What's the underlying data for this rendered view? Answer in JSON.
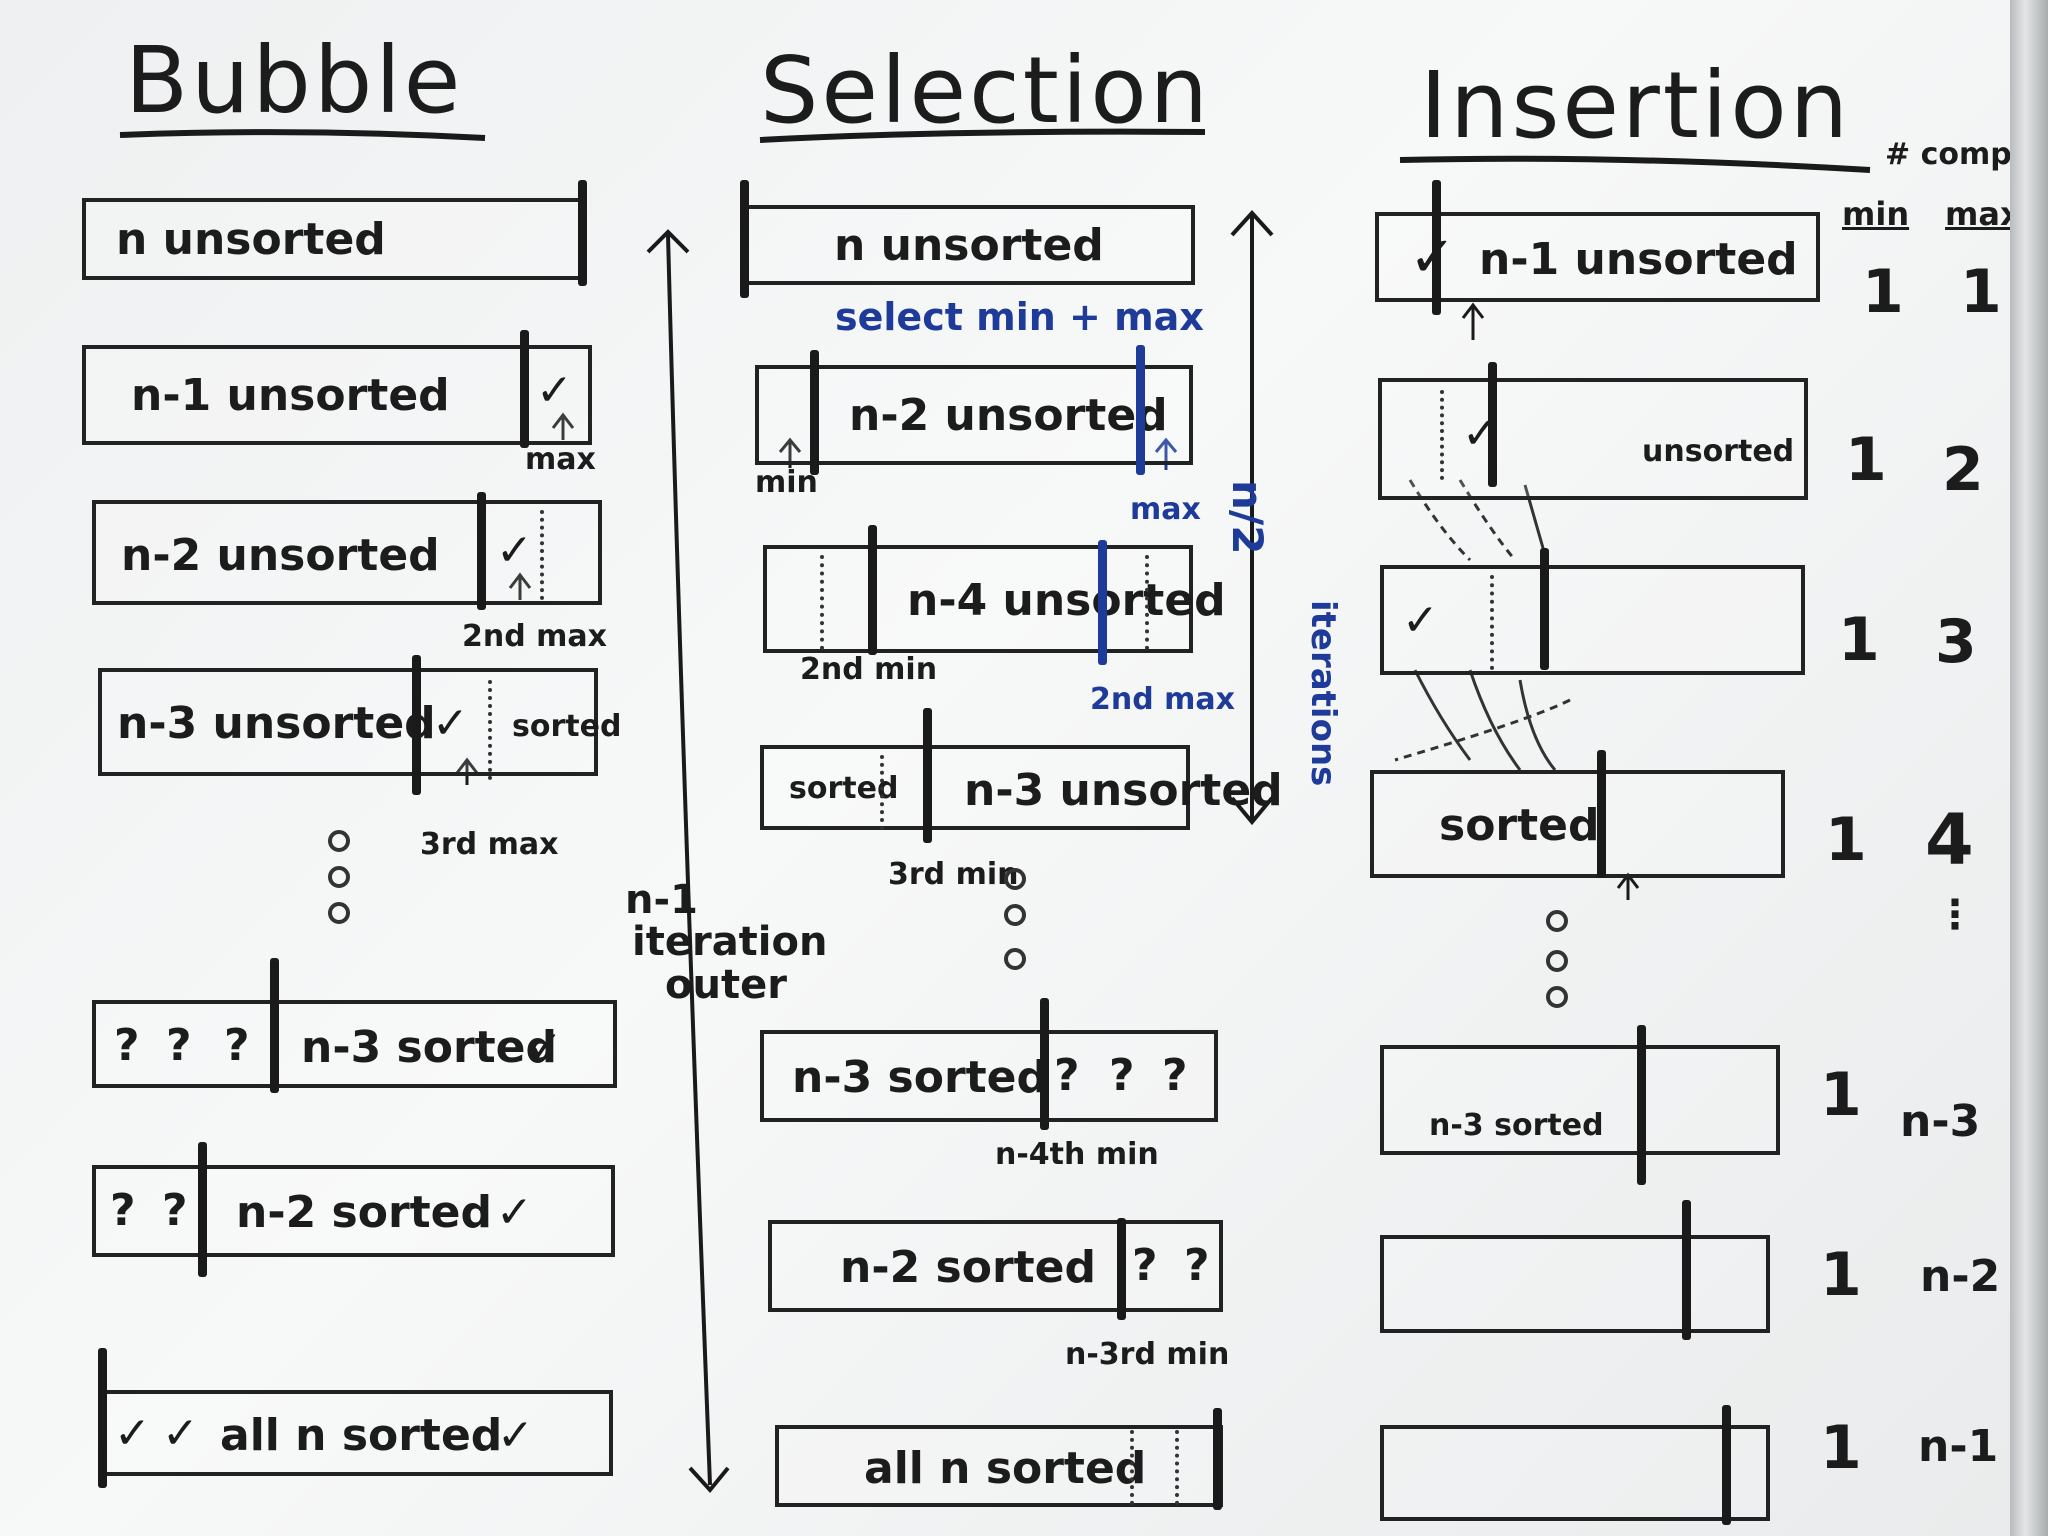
{
  "columns": {
    "bubble": {
      "title": "Bubble",
      "rows": [
        "n unsorted",
        "n-1 unsorted",
        "n-2 unsorted",
        "n-3 unsorted",
        "n-3 sorted",
        "n-2 sorted",
        "all n sorted"
      ],
      "markers": {
        "max": "max",
        "second_max": "2nd max",
        "third_max": "3rd max",
        "sorted": "sorted",
        "q": "?",
        "check": "✓"
      }
    },
    "selection": {
      "title": "Selection",
      "note": "select min + max",
      "rows": [
        "n unsorted",
        "n-2 unsorted",
        "n-4 unsorted",
        "n-3 unsorted",
        "n-3 sorted",
        "n-2 sorted",
        "all n sorted"
      ],
      "markers": {
        "min": "min",
        "max": "max",
        "second_min": "2nd min",
        "second_max": "2nd max",
        "third_min": "3rd min",
        "sorted": "sorted",
        "n4th_min": "n-4th min",
        "n3rd_min": "n-3rd min"
      },
      "outer_label": [
        "n-1",
        "iteration",
        "outer"
      ],
      "half_label": [
        "n/2",
        "iterations"
      ]
    },
    "insertion": {
      "title": "Insertion",
      "rows": [
        "n-1 unsorted",
        "unsorted",
        "",
        "sorted",
        "",
        "n-3 sorted",
        "",
        ""
      ],
      "comp_header": "# comp",
      "min_header": "min",
      "max_header": "max",
      "min_values": [
        "1",
        "1",
        "1",
        "1",
        "1",
        "1",
        "1"
      ],
      "max_values": [
        "1",
        "2",
        "3",
        "4",
        "n-3",
        "n-2",
        "n-1"
      ]
    }
  }
}
